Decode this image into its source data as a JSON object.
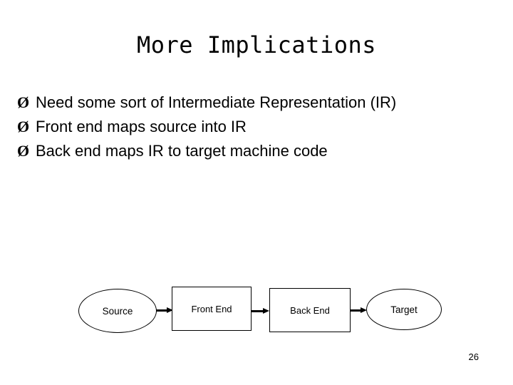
{
  "slide": {
    "title": "More Implications",
    "page_number": "26",
    "bullet_marker": "Ø",
    "bullets": [
      {
        "text": "Need some sort of Intermediate Representation (IR)"
      },
      {
        "text": "Front end maps source into IR"
      },
      {
        "text": "Back end maps IR to target machine code"
      }
    ],
    "diagram": {
      "nodes": [
        {
          "id": "source",
          "label": "Source",
          "shape": "ellipse"
        },
        {
          "id": "front-end",
          "label": "Front End",
          "shape": "rectangle"
        },
        {
          "id": "back-end",
          "label": "Back End",
          "shape": "rectangle"
        },
        {
          "id": "target",
          "label": "Target",
          "shape": "ellipse"
        }
      ],
      "arrows": [
        {
          "from": "source",
          "to": "front-end"
        },
        {
          "from": "front-end",
          "to": "back-end"
        },
        {
          "from": "back-end",
          "to": "target"
        }
      ]
    }
  }
}
